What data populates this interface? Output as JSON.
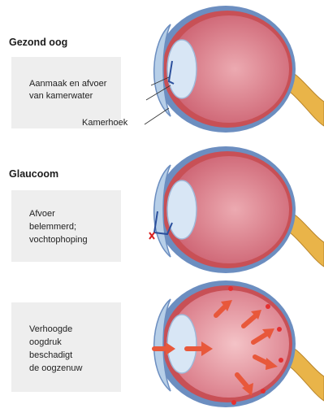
{
  "panels": [
    {
      "title": "Gezond oog",
      "lines": [
        "Aanmaak en afvoer",
        "van kamerwater"
      ],
      "extra_label": "Kamerhoek"
    },
    {
      "title": "Glaucoom",
      "lines": [
        "Afvoer",
        "belemmerd;",
        "vochtophoping"
      ]
    },
    {
      "title": "",
      "lines": [
        "Verhoogde",
        "oogdruk",
        "beschadigt",
        "de oogzenuw"
      ]
    }
  ],
  "colors": {
    "eyeball_inner": "#d9707f",
    "retina_rim": "#c85056",
    "sclera": "#6c8ec0",
    "lens": "#d8e6f5",
    "nerve": "#e9b449",
    "arrow": "#e8583b",
    "text_box": "#eeeeee"
  }
}
